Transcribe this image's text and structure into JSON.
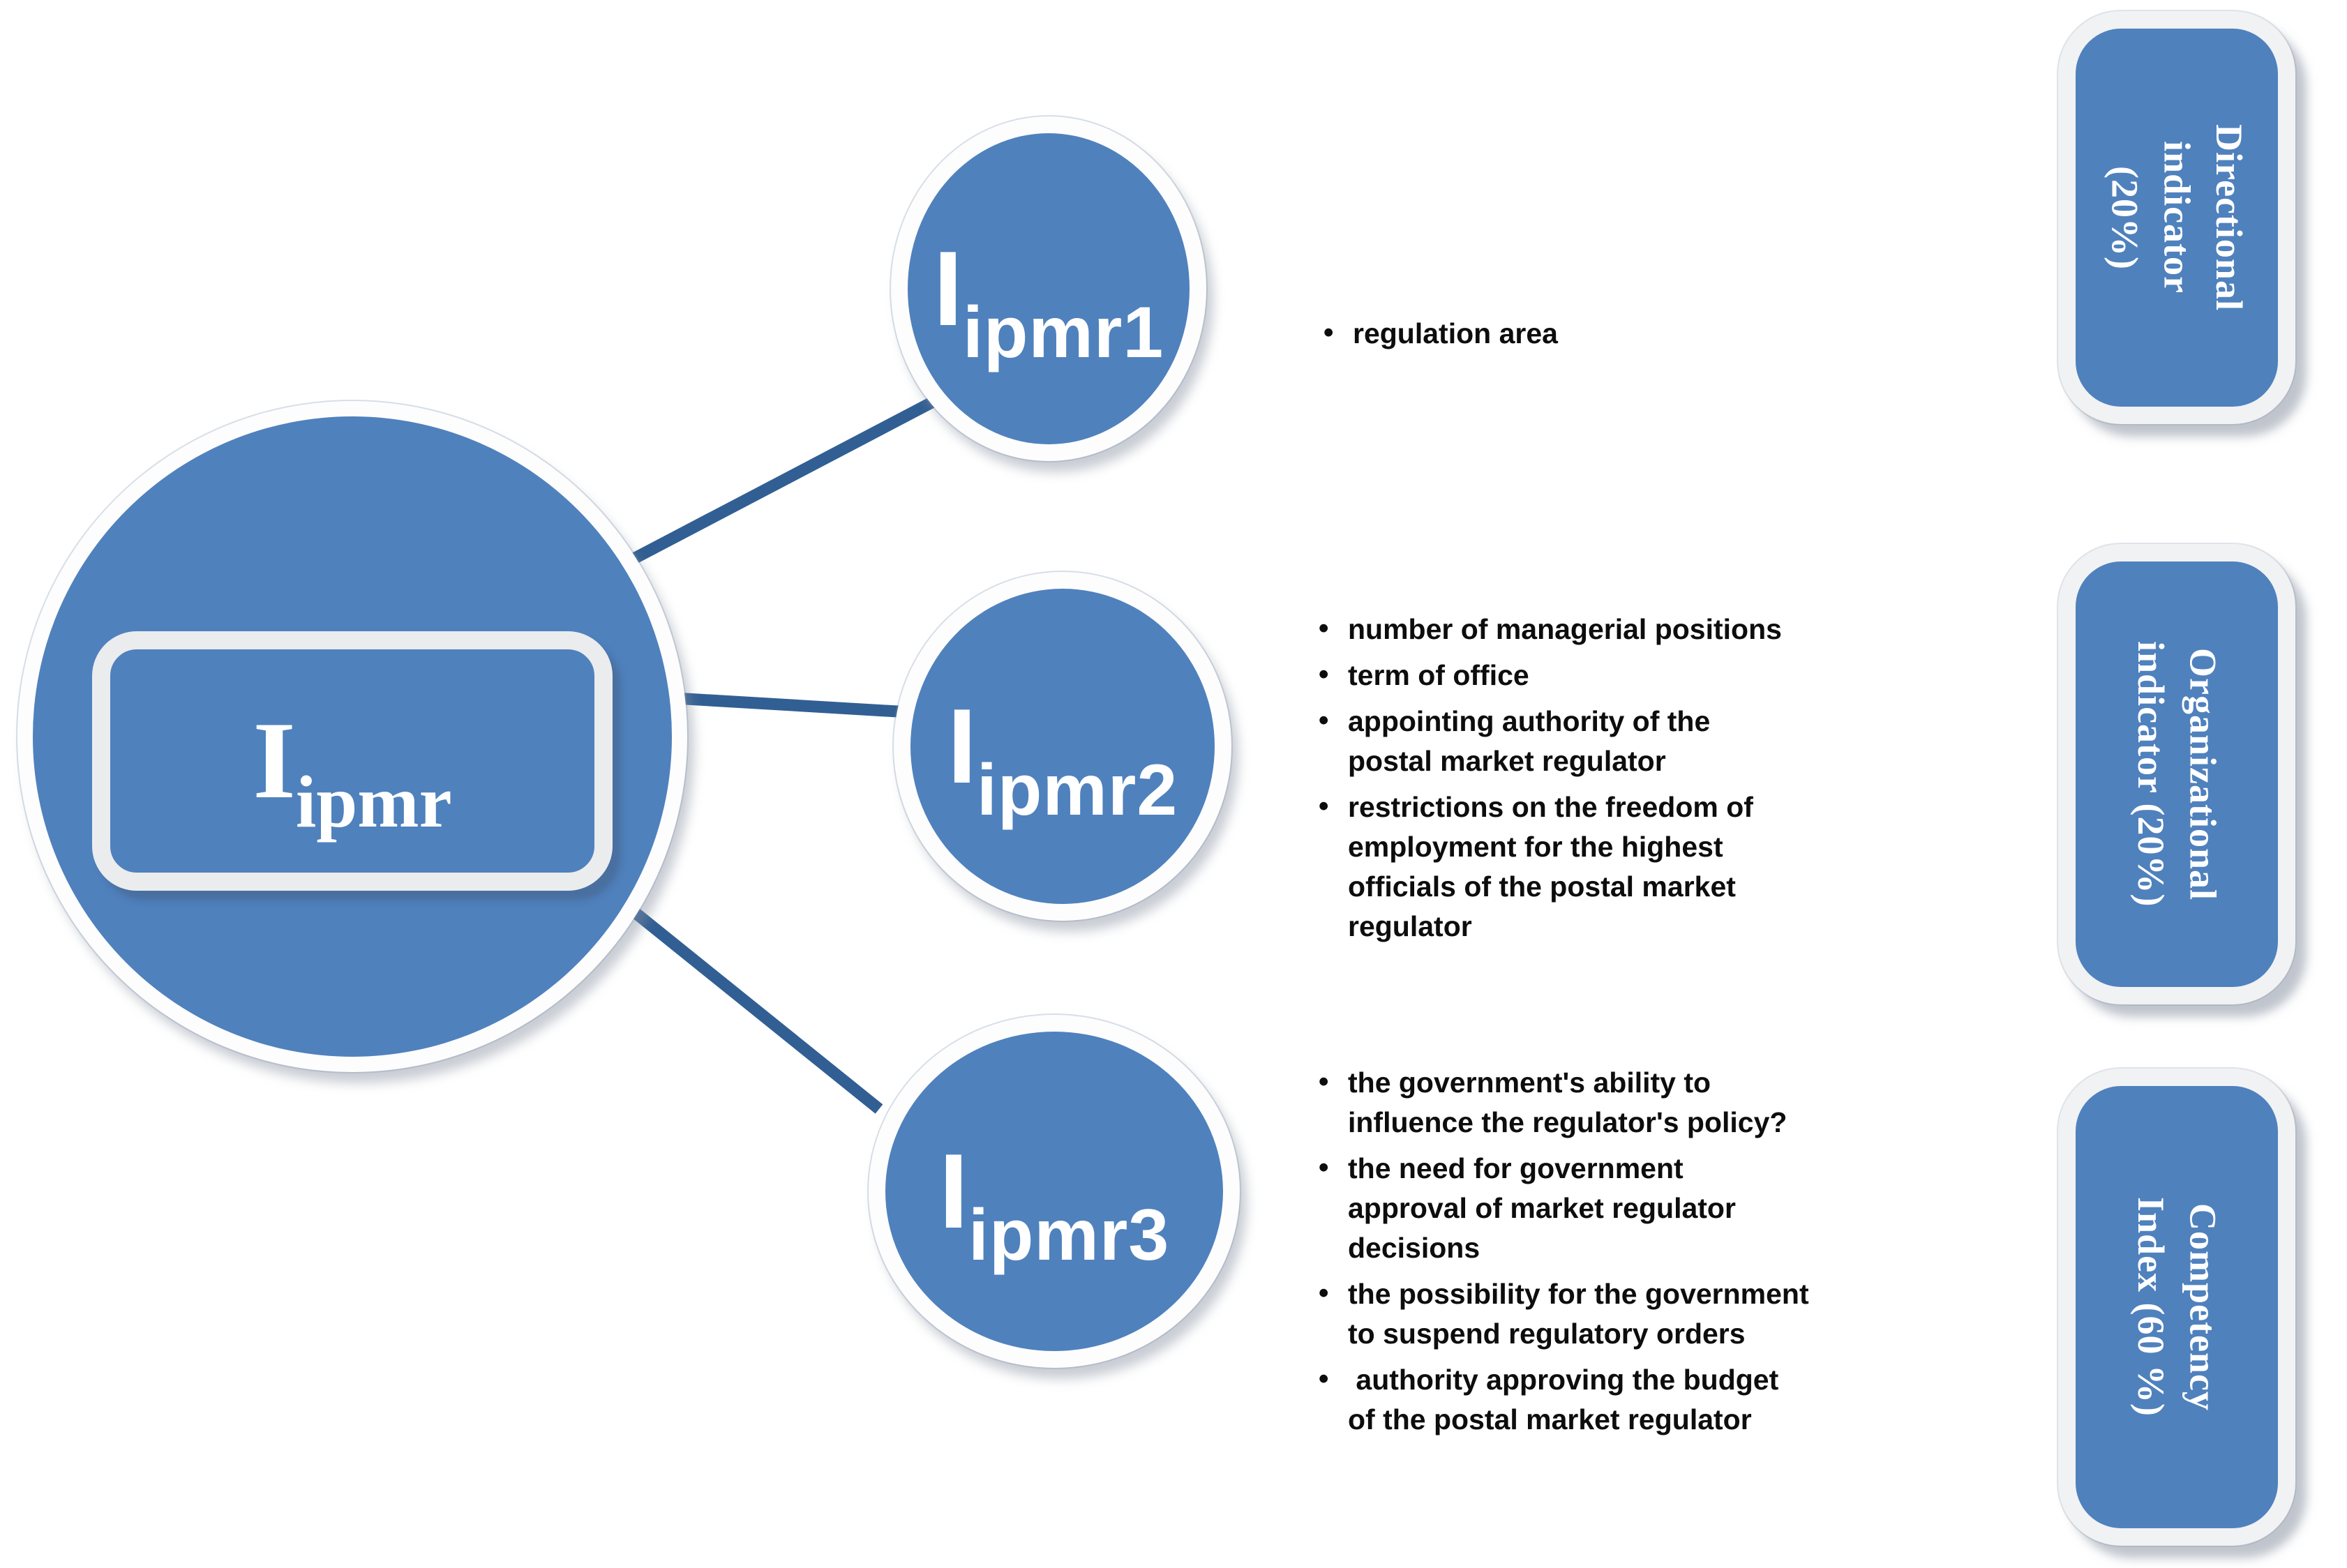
{
  "figure": {
    "bullet_char": "•",
    "root": {
      "symbol": "I",
      "subscript": "ipmr"
    },
    "branches": [
      {
        "symbol": "I",
        "subscript": "ipmr1",
        "bullets": [
          "regulation area"
        ]
      },
      {
        "symbol": "I",
        "subscript": "ipmr2",
        "bullets": [
          "number of managerial positions",
          "term of office",
          "appointing authority of the\npostal market regulator",
          "restrictions on the freedom of\nemployment for the highest\nofficials of the postal market\nregulator"
        ]
      },
      {
        "symbol": "I",
        "subscript": "ipmr3",
        "bullets": [
          "the government's ability to\ninfluence the regulator's policy?",
          "the need for government\napproval of market regulator\ndecisions",
          "the possibility for the government\nto suspend regulatory orders",
          " authority approving the budget\nof the postal market regulator"
        ]
      }
    ],
    "labels": [
      {
        "lines": [
          "Directional",
          "indicator",
          "(20%)"
        ]
      },
      {
        "lines": [
          "Organizational",
          "indicator (20%)"
        ]
      },
      {
        "lines": [
          "Competency",
          "Index (60 %)"
        ]
      }
    ],
    "colors": {
      "node_fill": "#4f81bd",
      "connector": "#315f93",
      "ring_white": "#fdfdfd",
      "bullet_text": "#0d0d0d",
      "label_text": "#ffffff"
    }
  }
}
